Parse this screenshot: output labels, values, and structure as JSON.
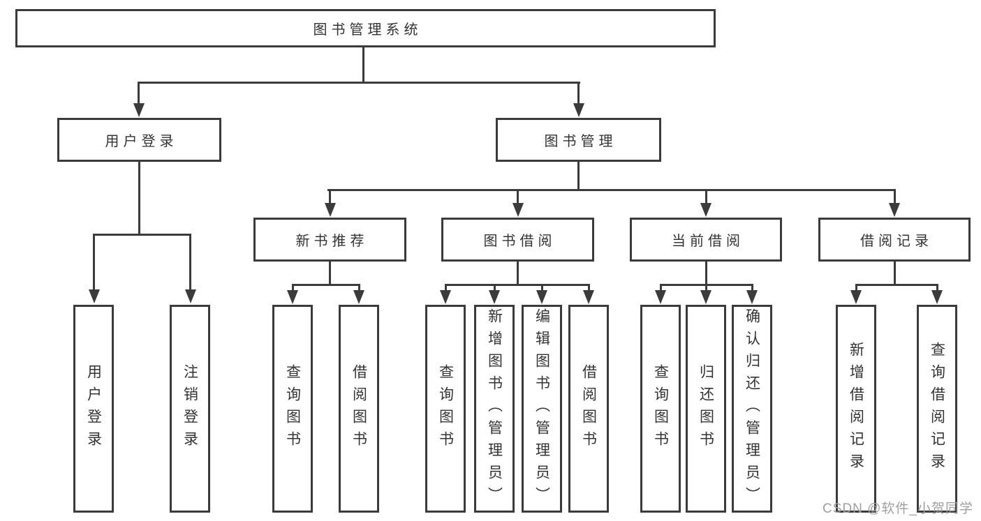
{
  "diagram": {
    "root": {
      "label": "图书管理系统"
    },
    "branches": [
      {
        "label": "用户登录",
        "children": [
          "用户登录",
          "注销登录"
        ]
      },
      {
        "label": "图书管理",
        "children": [
          {
            "label": "新书推荐",
            "children": [
              "查询图书",
              "借阅图书"
            ]
          },
          {
            "label": "图书借阅",
            "children": [
              "查询图书",
              "新增图书（管理员）",
              "编辑图书（管理员）",
              "借阅图书"
            ]
          },
          {
            "label": "当前借阅",
            "children": [
              "查询图书",
              "归还图书",
              "确认归还（管理员）"
            ]
          },
          {
            "label": "借阅记录",
            "children": [
              "新增借阅记录",
              "查询借阅记录"
            ]
          }
        ]
      }
    ],
    "colors": {
      "line": "#3b3b3b",
      "text": "#333333",
      "background": "#ffffff",
      "watermark": "#9f9f9f"
    }
  },
  "watermark": {
    "label": "CSDN @软件_小贺同学"
  }
}
